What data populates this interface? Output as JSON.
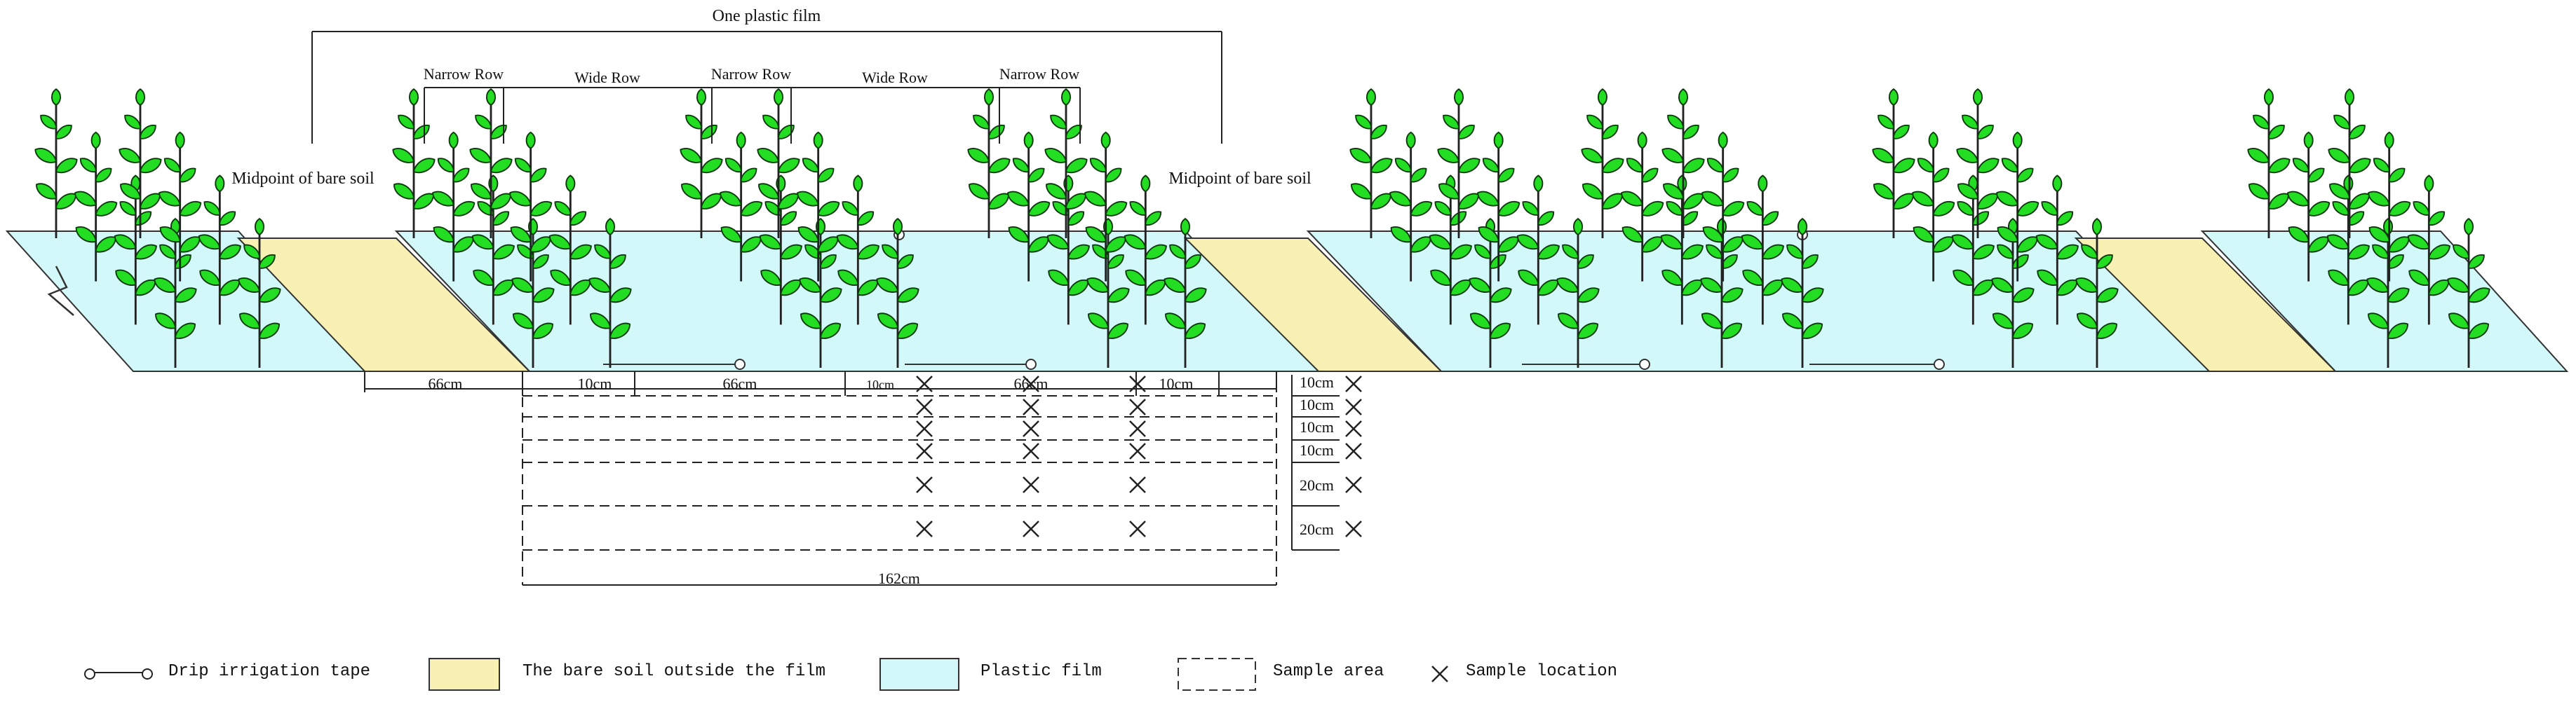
{
  "labels": {
    "one_film": "One plastic film",
    "narrow_row": "Narrow Row",
    "wide_row": "Wide Row",
    "midpoint": "Midpoint of bare soil"
  },
  "dims": {
    "bare": "66cm",
    "narrow": "10cm",
    "wide": "66cm",
    "width": "162cm"
  },
  "depths": [
    "10cm",
    "10cm",
    "10cm",
    "10cm",
    "20cm",
    "20cm"
  ],
  "legend": {
    "drip": "Drip irrigation tape",
    "bare": "The bare soil outside the film",
    "film": "Plastic film",
    "area": "Sample area",
    "loc": "Sample location"
  },
  "colors": {
    "film": "#d3f8fa",
    "bare": "#f8f1b3",
    "leaf": "#22dd22",
    "leaf_stroke": "#0b3b0b",
    "line": "#222222"
  }
}
